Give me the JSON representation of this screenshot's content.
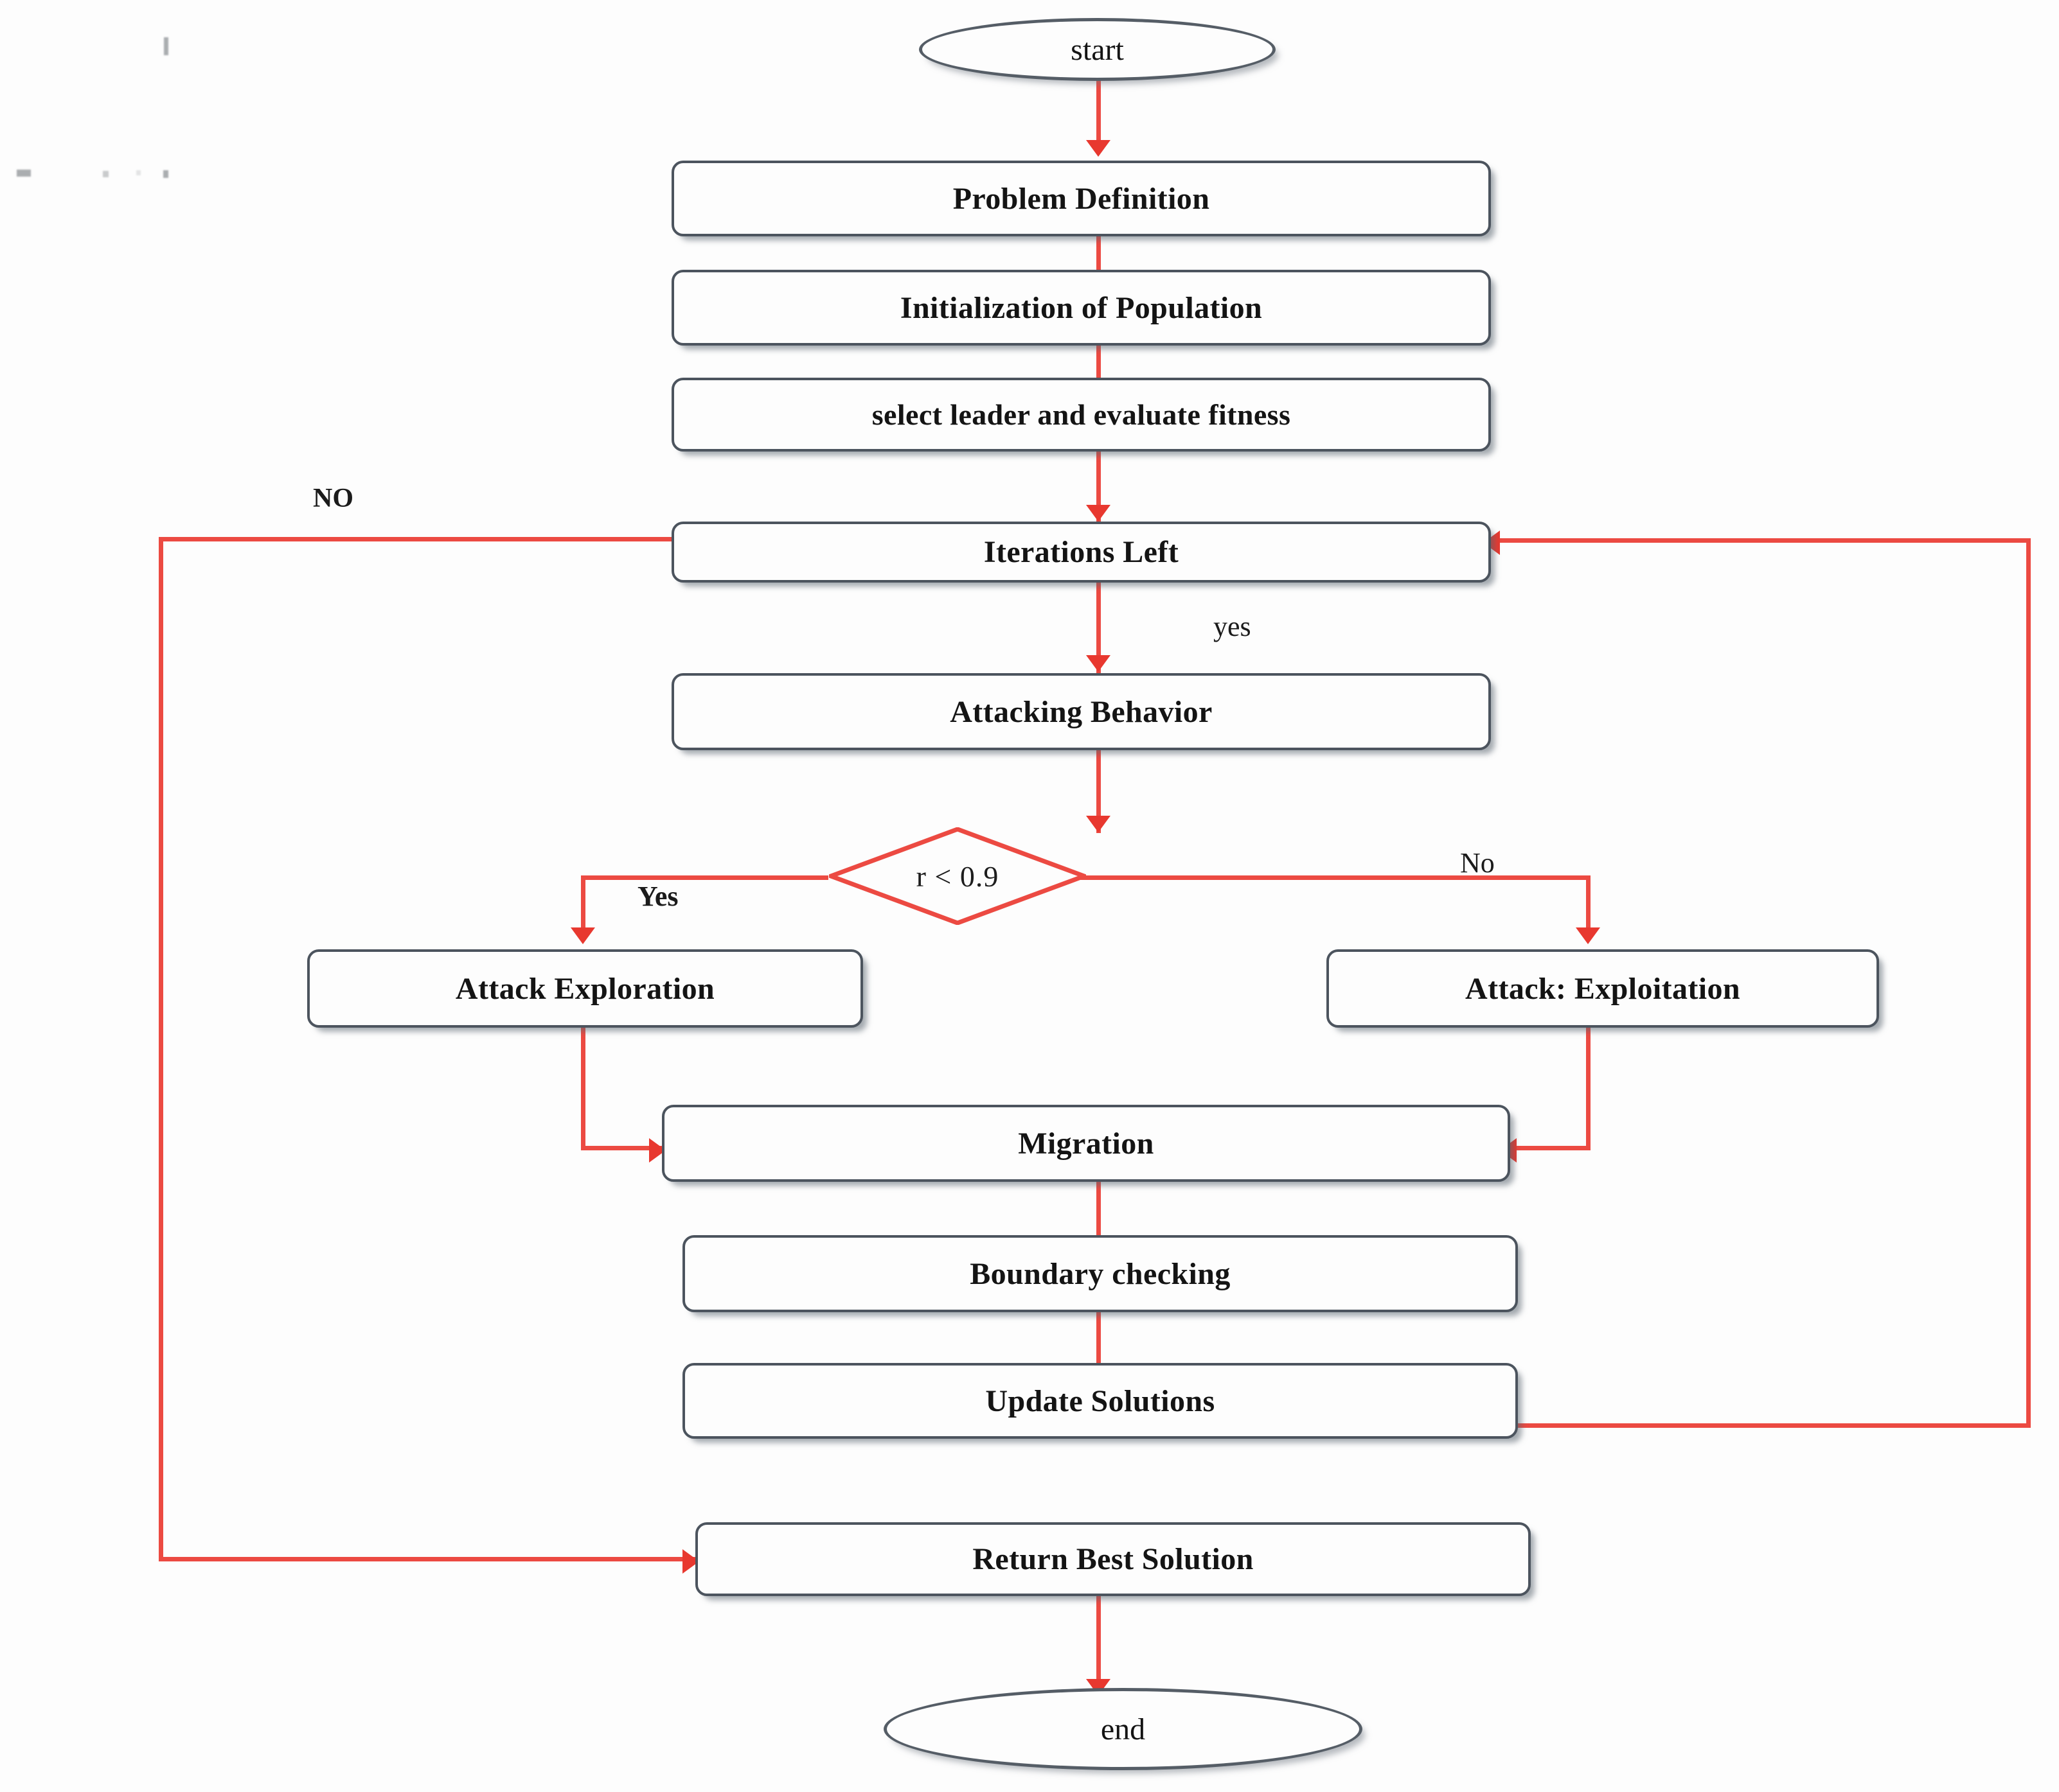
{
  "diagram": {
    "title": "Algorithm flowchart",
    "accent_color": "#ec4a42",
    "node_border_color": "#4c545e",
    "background_color": "#fdfdfd",
    "nodes": {
      "start": "start",
      "problem_definition": "Problem Definition",
      "initialization": "Initialization of Population",
      "select_leader": "select leader and evaluate fitness",
      "iterations_left": "Iterations Left",
      "attacking_behavior": "Attacking Behavior",
      "decision": "r < 0.9",
      "attack_exploration": "Attack Exploration",
      "attack_exploitation": "Attack: Exploitation",
      "migration": "Migration",
      "boundary_checking": "Boundary checking",
      "update_solutions": "Update Solutions",
      "return_best_solution": "Return Best Solution",
      "end": "end"
    },
    "edge_labels": {
      "iterations_no": "NO",
      "iterations_yes": "yes",
      "decision_yes": "Yes",
      "decision_no": "No"
    }
  }
}
